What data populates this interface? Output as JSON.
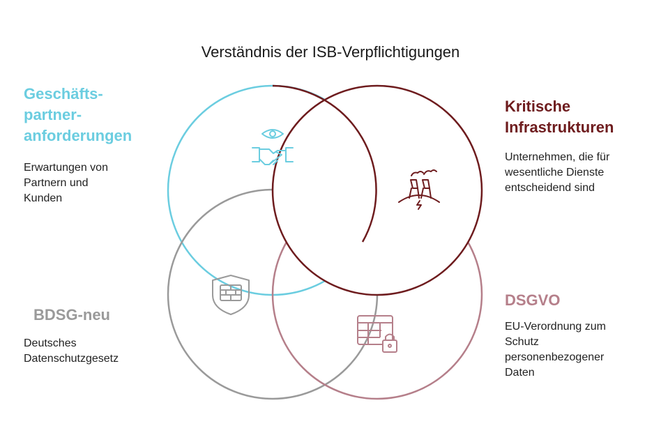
{
  "title": "Verständnis der ISB-Verpflichtigungen",
  "colors": {
    "geschaeftspartner": "#6bcde0",
    "kritische": "#6e1c1e",
    "bdsg": "#9a9a9a",
    "dsgvo": "#b57f8a"
  },
  "geschaeftspartner": {
    "heading_lines": [
      "Geschäfts-",
      "partner-",
      "anforderungen"
    ],
    "description_lines": [
      "Erwartungen von",
      "Partnern und",
      "Kunden"
    ],
    "icon": "handshake-eye-icon"
  },
  "kritische": {
    "heading_lines": [
      "Kritische",
      "Infrastrukturen"
    ],
    "description_lines": [
      "Unternehmen, die für",
      "wesentliche Dienste",
      "entscheidend sind"
    ],
    "icon": "power-plant-icon"
  },
  "bdsg": {
    "heading_lines": [
      "BDSG-neu"
    ],
    "description_lines": [
      "Deutsches",
      "Datenschutzgesetz"
    ],
    "icon": "firewall-shield-icon"
  },
  "dsgvo": {
    "heading_lines": [
      "DSGVO"
    ],
    "description_lines": [
      "EU-Verordnung zum",
      "Schutz",
      "personenbezogener",
      "Daten"
    ],
    "icon": "locked-table-icon"
  }
}
